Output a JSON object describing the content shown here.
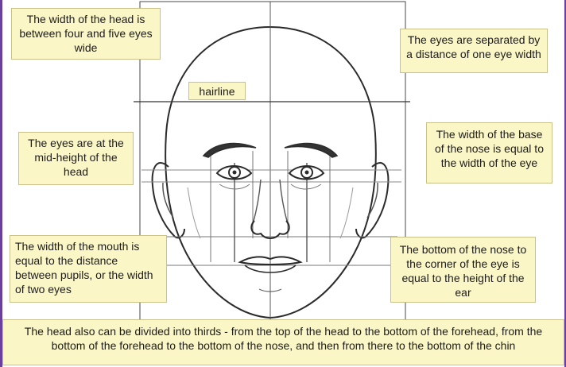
{
  "notes": {
    "head_width": "The width of the head is between four and five eyes wide",
    "eye_separation": "The eyes are separated by a distance of one eye width",
    "hairline": "hairline",
    "eyes_mid_height": "The eyes are at the mid-height of the head",
    "nose_base_width": "The width of the base of the nose is equal to the width of the eye",
    "mouth_width": "The width of the mouth is equal to the distance between pupils, or the width of two eyes",
    "nose_ear": "The bottom of the nose to the corner of the eye is equal to the height of the ear",
    "thirds": "The head also can be divided into thirds - from the top of the head to the bottom of the forehead, from the bottom of the forehead to the bottom of the nose, and then from there to the bottom of the chin"
  },
  "colors": {
    "note_fill": "#fbf6c6",
    "note_border": "#c9c18a",
    "frame": "#6a3fa0",
    "line_art": "#2b2b2b",
    "guide": "#888888"
  }
}
